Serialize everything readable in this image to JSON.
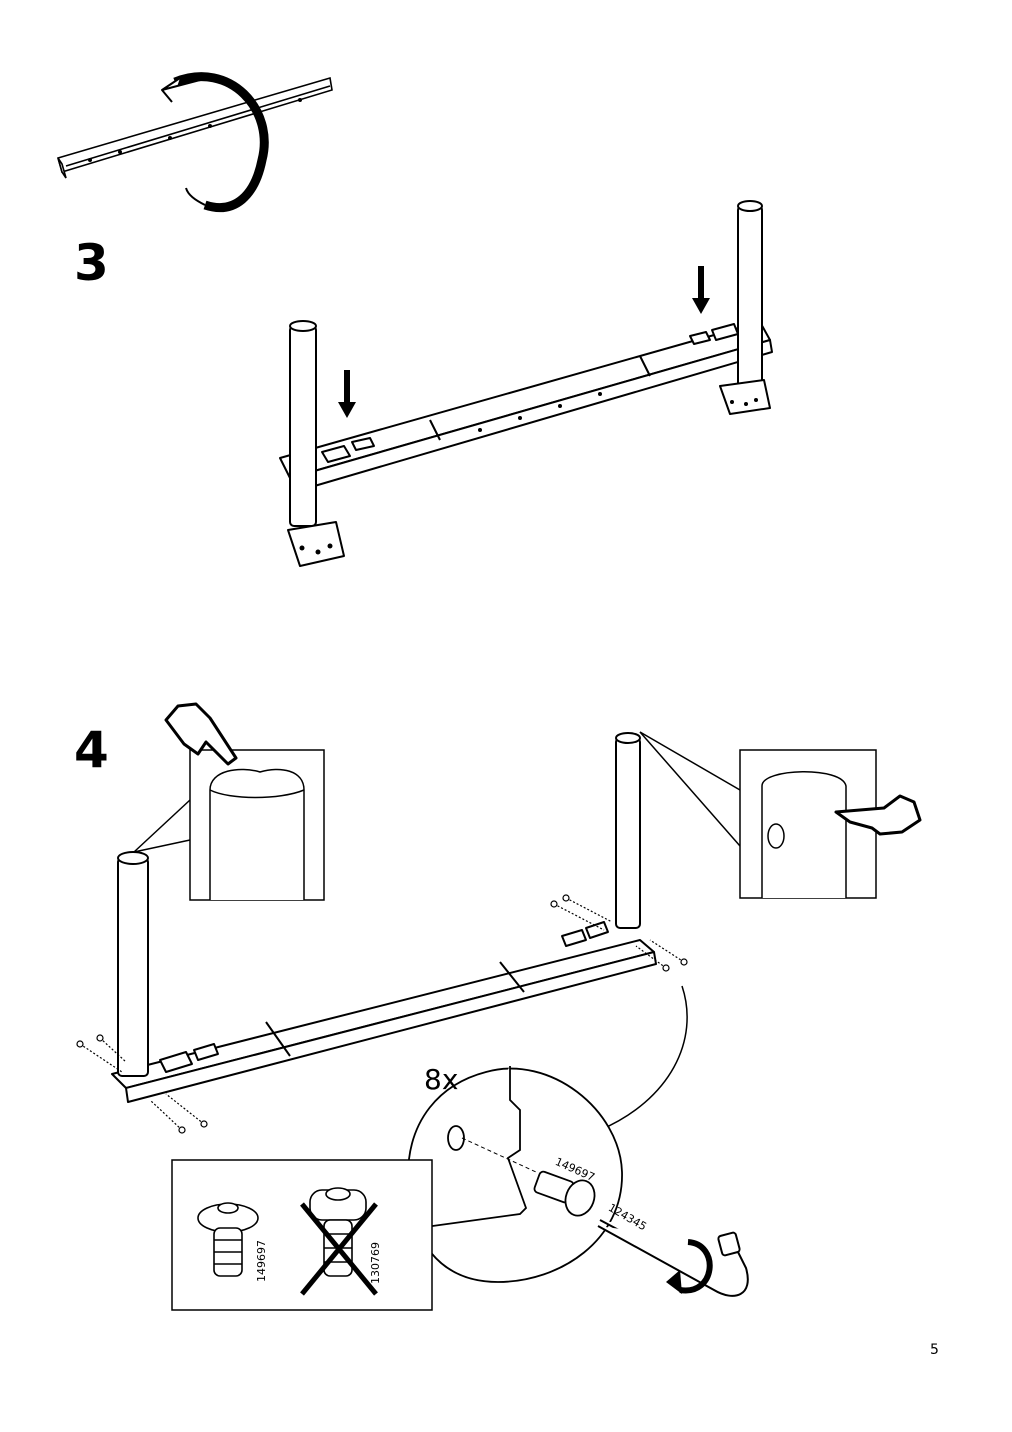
{
  "steps": [
    {
      "number": "3"
    },
    {
      "number": "4"
    }
  ],
  "quantity": "8x",
  "parts": {
    "screw_correct": "149697",
    "screw_wrong": "130769",
    "screw_detail": "149697",
    "allen_key": "124345"
  },
  "page_number": "5",
  "icons": [
    "rotate-arrow-icon",
    "down-arrow-icon",
    "pointing-hand-icon",
    "rotate-arrow-icon",
    "cross-icon",
    "allen-key-icon"
  ]
}
